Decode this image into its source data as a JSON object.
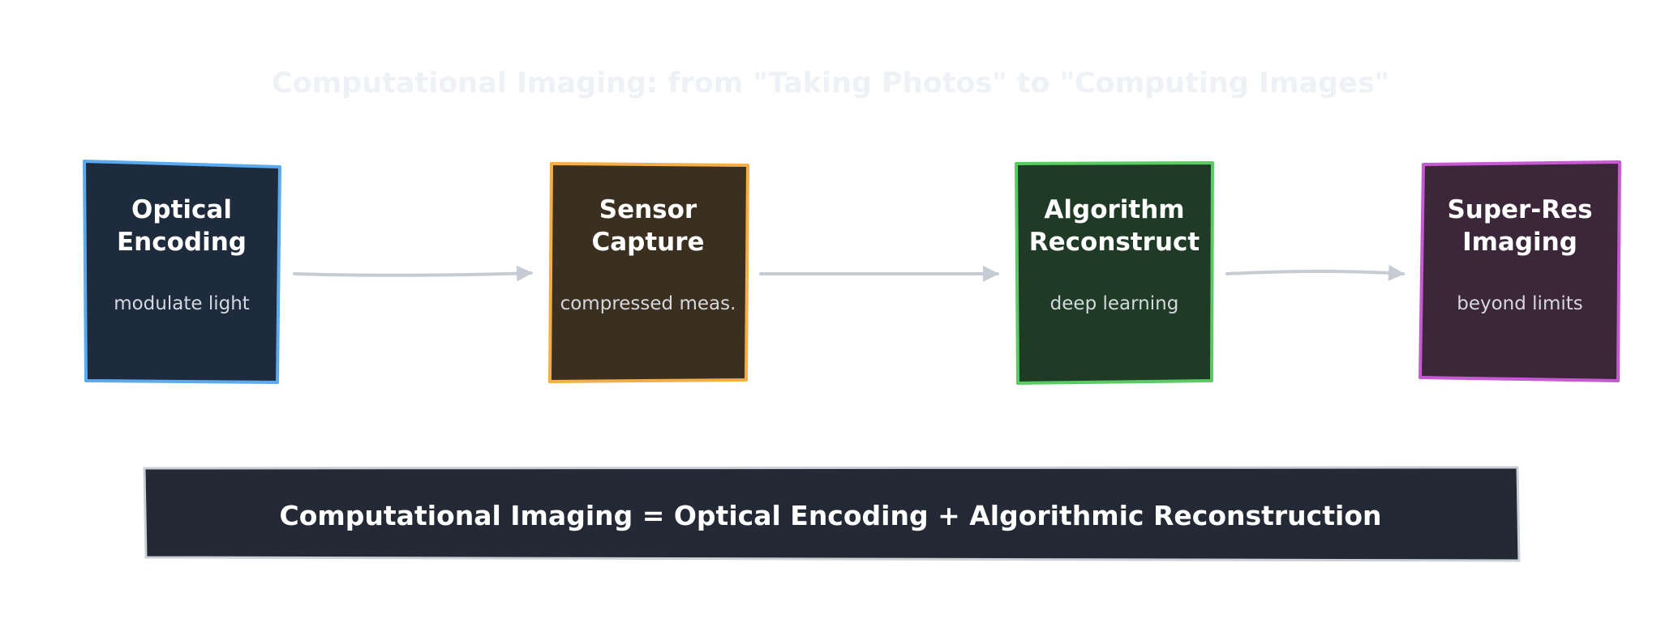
{
  "title": "Computational Imaging: from \"Taking Photos\" to \"Computing Images\"",
  "colors": {
    "title": "#eef1f5",
    "arrow": "#c6ccd4",
    "banner_fill": "#232a35",
    "banner_stroke": "#c8cfd6"
  },
  "nodes": [
    {
      "title_line1": "Optical",
      "title_line2": "Encoding",
      "subtitle": "modulate light",
      "fill": "#1e2b3d",
      "stroke": "#5aaaf0"
    },
    {
      "title_line1": "Sensor",
      "title_line2": "Capture",
      "subtitle": "compressed meas.",
      "fill": "#3b2f1f",
      "stroke": "#f5ad46"
    },
    {
      "title_line1": "Algorithm",
      "title_line2": "Reconstruct",
      "subtitle": "deep learning",
      "fill": "#1f3b26",
      "stroke": "#5acb62"
    },
    {
      "title_line1": "Super-Res",
      "title_line2": "Imaging",
      "subtitle": "beyond limits",
      "fill": "#3c2639",
      "stroke": "#c75ad3"
    }
  ],
  "banner": {
    "text": "Computational Imaging = Optical Encoding + Algorithmic Reconstruction"
  }
}
